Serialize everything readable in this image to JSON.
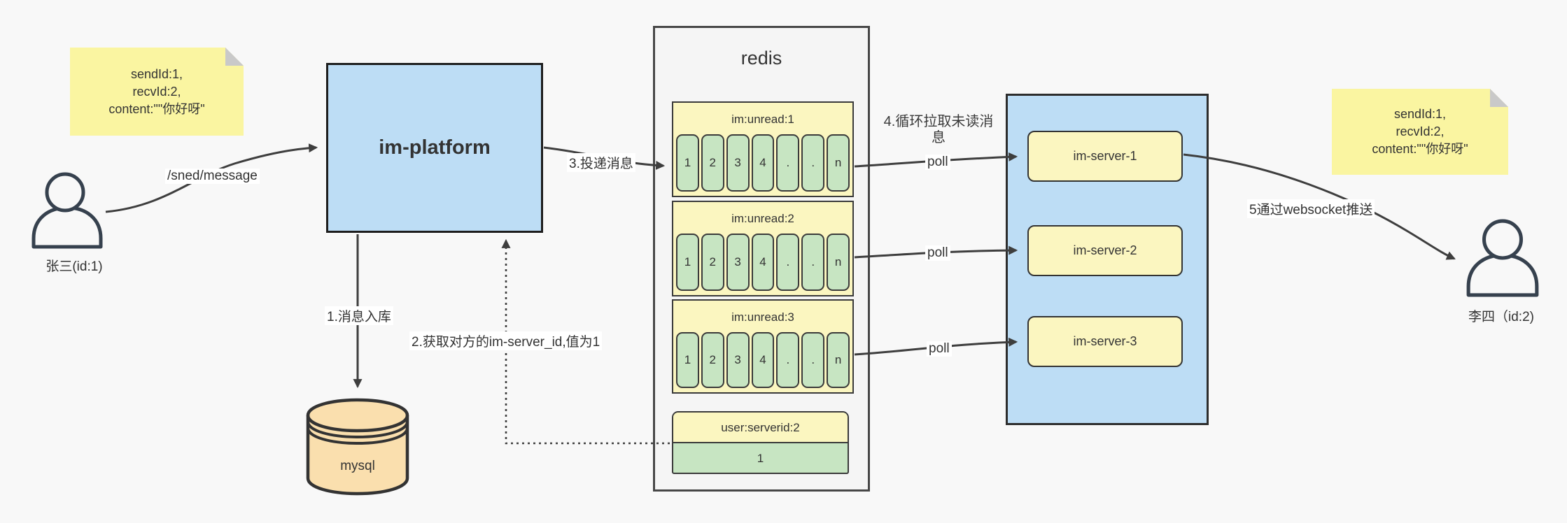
{
  "notes": {
    "left": {
      "line1": "sendId:1,",
      "line2": "recvId:2,",
      "line3": "content:\"\"你好呀\""
    },
    "right": {
      "line1": "sendId:1,",
      "line2": "recvId:2,",
      "line3": "content:\"\"你好呀\""
    }
  },
  "actors": {
    "sender": {
      "label": "张三(id:1)"
    },
    "receiver": {
      "label": "李四（id:2)"
    }
  },
  "platform": {
    "title": "im-platform"
  },
  "mysql": {
    "label": "mysql"
  },
  "redis": {
    "title": "redis",
    "queues": [
      {
        "header": "im:unread:1",
        "cells": [
          "1",
          "2",
          "3",
          "4",
          ".",
          ".",
          "n"
        ]
      },
      {
        "header": "im:unread:2",
        "cells": [
          "1",
          "2",
          "3",
          "4",
          ".",
          ".",
          "n"
        ]
      },
      {
        "header": "im:unread:3",
        "cells": [
          "1",
          "2",
          "3",
          "4",
          ".",
          ".",
          "n"
        ]
      }
    ],
    "kv": {
      "header": "user:serverid:2",
      "value": "1"
    }
  },
  "servers": {
    "items": [
      {
        "label": "im-server-1"
      },
      {
        "label": "im-server-2"
      },
      {
        "label": "im-server-3"
      }
    ]
  },
  "edges": {
    "send": "/sned/message",
    "step1": "1.消息入库",
    "step2": "2.获取对方的im-server_id,值为1",
    "step3": "3.投递消息",
    "step4": "4.循环拉取未读消息",
    "step5": "5通过websocket推送",
    "poll": "poll"
  },
  "colors": {
    "background": "#f8f8f8",
    "blue_fill": "#bdddf5",
    "sticky_yellow": "#faf5a1",
    "pale_yellow": "#fbf6c0",
    "cell_green": "#c7e5c2",
    "mysql_orange": "#fadfae",
    "panel_gray": "#f5f5f5",
    "arrow": "#3e3e3e",
    "text": "#333333"
  }
}
